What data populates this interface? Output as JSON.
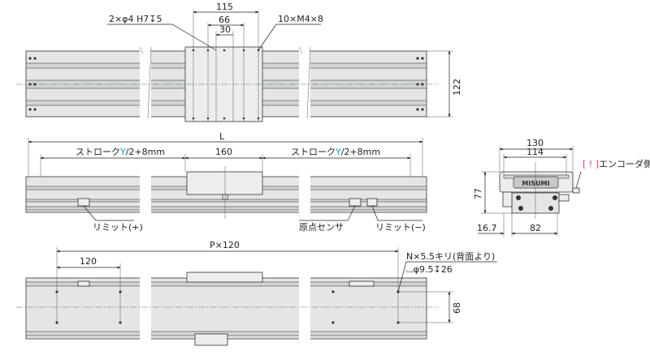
{
  "top_view": {
    "dim_115": "115",
    "dim_66": "66",
    "dim_30": "30",
    "dim_122": "122",
    "pin_hole_note": "2×φ4 H7↧5",
    "tap_note": "10×M4×8"
  },
  "front_view": {
    "dim_L": "L",
    "stroke_left": "ストローク",
    "stroke_var": "Y",
    "stroke_suffix": "/2+8mm",
    "stroke_right": "ストローク",
    "stroke_var_right": "Y",
    "stroke_suffix_right": "/2+8mm",
    "dim_160": "160",
    "limit_plus": "リミット(+)",
    "origin_sensor": "原点センサ",
    "limit_minus": "リミット(−)"
  },
  "side_view": {
    "dim_130": "130",
    "dim_114": "114",
    "dim_77": "77",
    "dim_16_7": "16.7",
    "dim_82": "82",
    "encoder_bracket": "[ ! ]",
    "encoder_label": "エンコーダ側",
    "logo": "MISUMI"
  },
  "bottom_view": {
    "dim_p120": "P×120",
    "dim_120": "120",
    "dim_68": "68",
    "hole_note": "N×5.5キリ(背面より)",
    "cbore_note": "⌴φ9.5↧26"
  },
  "colors": {
    "accent": "#1aa3d9",
    "warning": "#e0308a"
  }
}
